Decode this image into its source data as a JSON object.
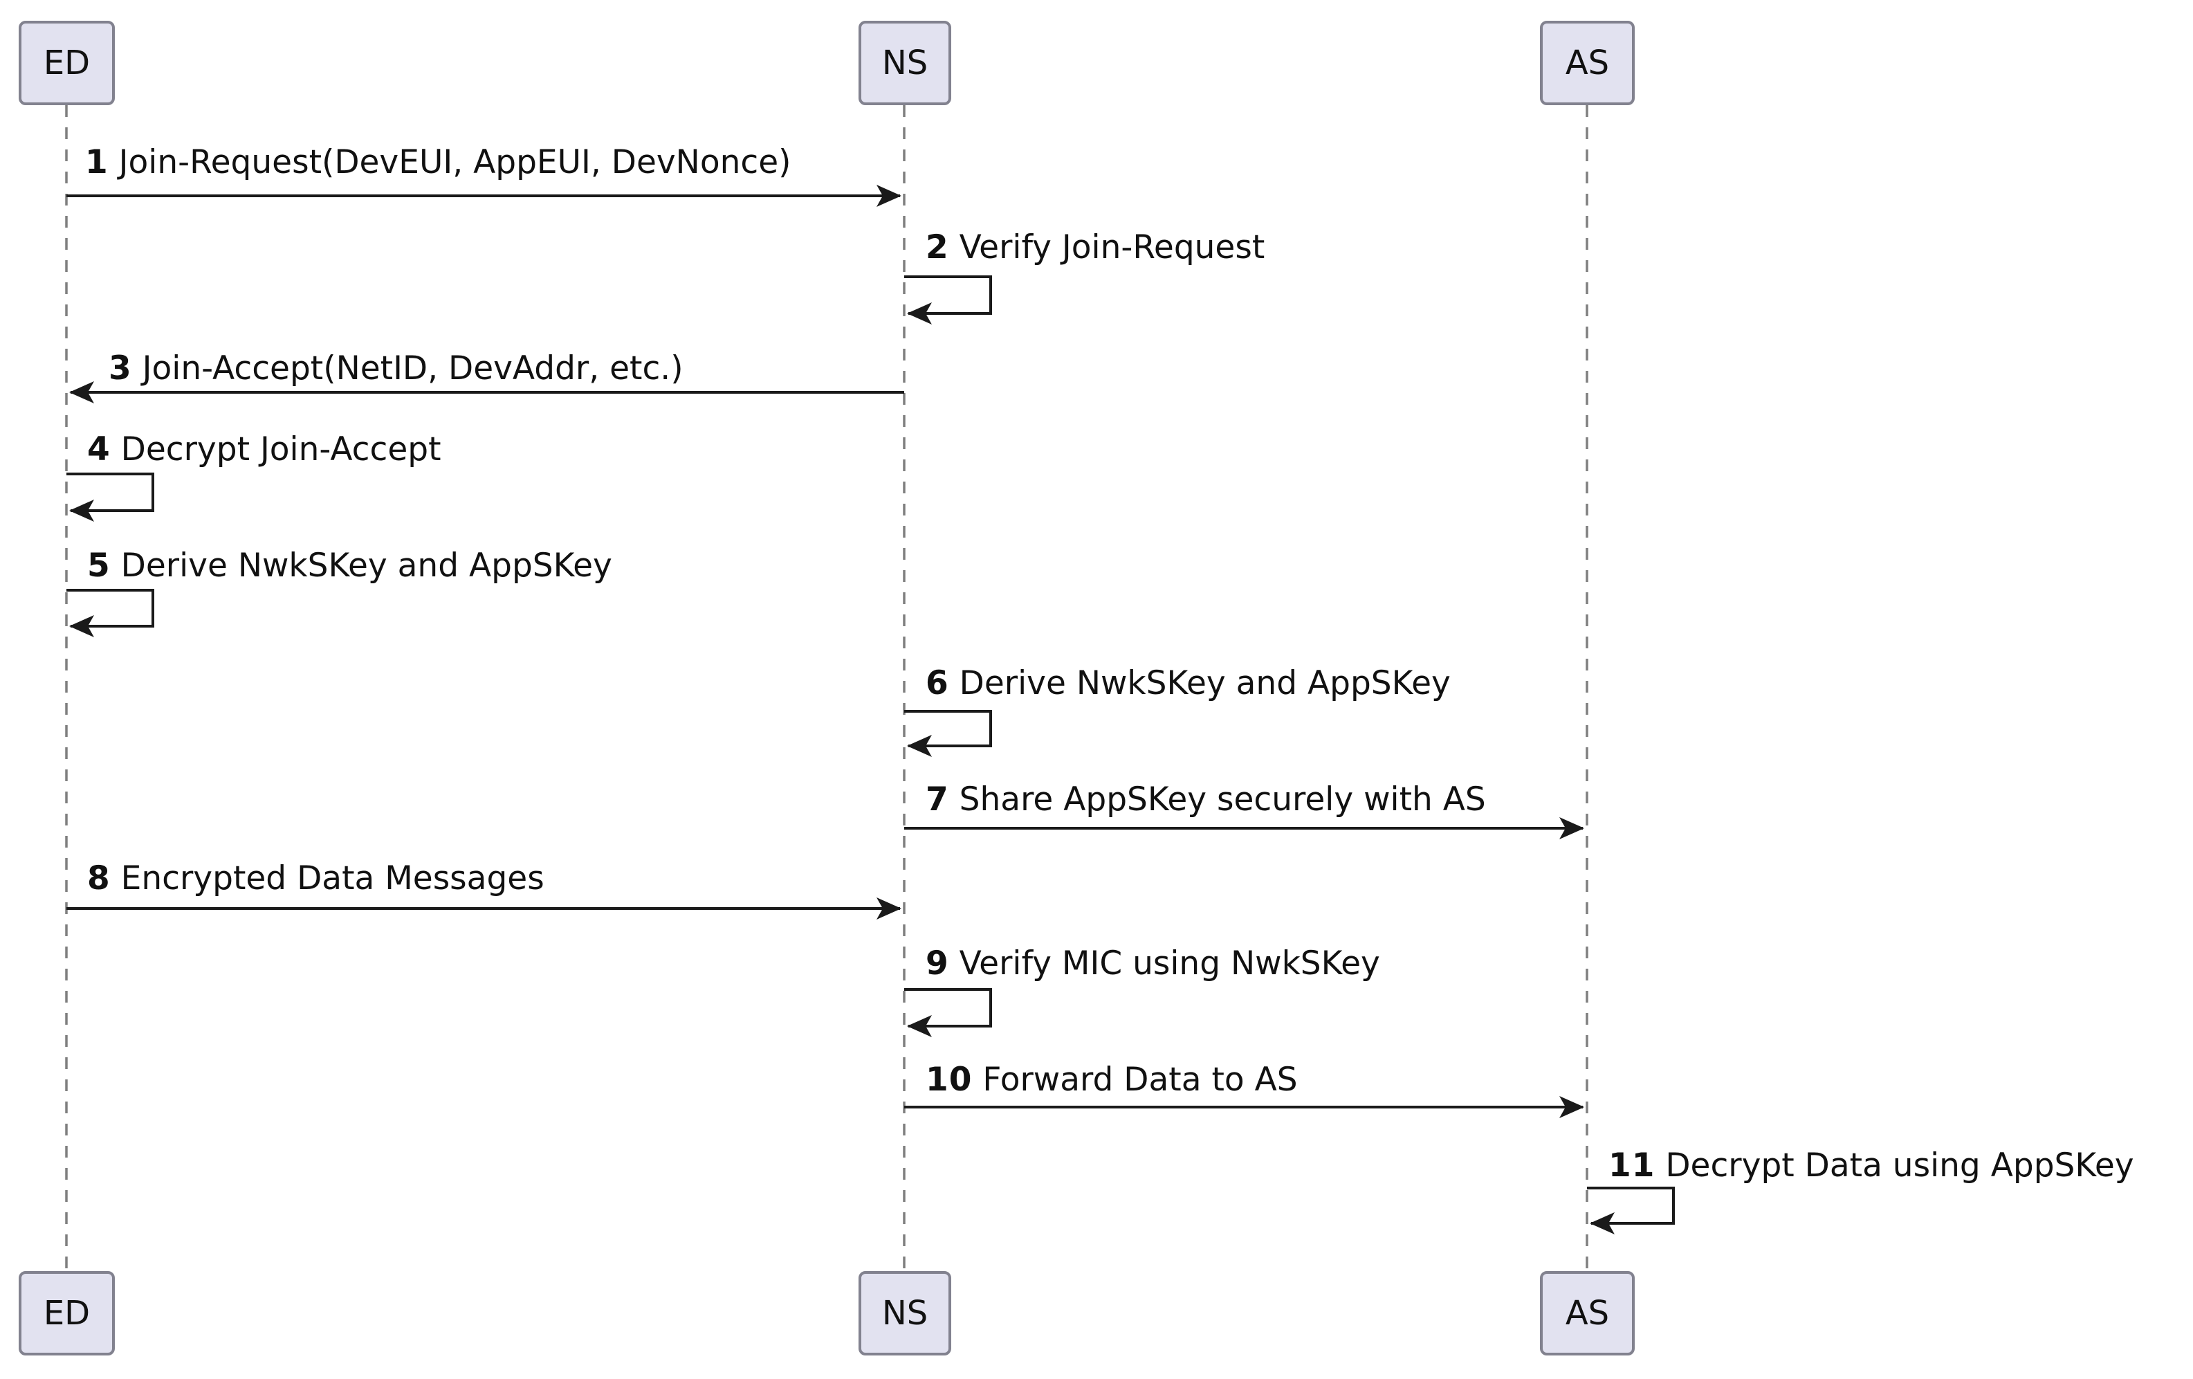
{
  "diagram": {
    "type": "sequence-diagram",
    "background_color": "#FFFFFF",
    "colors": {
      "participant_fill": "#E2E2F0",
      "participant_border": "#82828F",
      "lifeline": "#7F7F7F",
      "arrow": "#1A1A1A",
      "text": "#111111"
    },
    "participants": [
      {
        "label": "ED"
      },
      {
        "label": "NS"
      },
      {
        "label": "AS"
      }
    ],
    "messages": [
      {
        "num": "1",
        "text": "Join-Request(DevEUI, AppEUI, DevNonce)",
        "from": "ED",
        "to": "NS",
        "kind": "solid-arrow"
      },
      {
        "num": "2",
        "text": "Verify Join-Request",
        "from": "NS",
        "to": "NS",
        "kind": "self-arrow"
      },
      {
        "num": "3",
        "text": "Join-Accept(NetID, DevAddr, etc.)",
        "from": "NS",
        "to": "ED",
        "kind": "solid-arrow"
      },
      {
        "num": "4",
        "text": "Decrypt Join-Accept",
        "from": "ED",
        "to": "ED",
        "kind": "self-arrow"
      },
      {
        "num": "5",
        "text": "Derive NwkSKey and AppSKey",
        "from": "ED",
        "to": "ED",
        "kind": "self-arrow"
      },
      {
        "num": "6",
        "text": "Derive NwkSKey and AppSKey",
        "from": "NS",
        "to": "NS",
        "kind": "self-arrow"
      },
      {
        "num": "7",
        "text": "Share AppSKey securely with AS",
        "from": "NS",
        "to": "AS",
        "kind": "solid-arrow"
      },
      {
        "num": "8",
        "text": "Encrypted Data Messages",
        "from": "ED",
        "to": "NS",
        "kind": "solid-arrow"
      },
      {
        "num": "9",
        "text": "Verify MIC using NwkSKey",
        "from": "NS",
        "to": "NS",
        "kind": "self-arrow"
      },
      {
        "num": "10",
        "text": "Forward Data to AS",
        "from": "NS",
        "to": "AS",
        "kind": "solid-arrow"
      },
      {
        "num": "11",
        "text": "Decrypt Data using AppSKey",
        "from": "AS",
        "to": "AS",
        "kind": "self-arrow"
      }
    ]
  }
}
